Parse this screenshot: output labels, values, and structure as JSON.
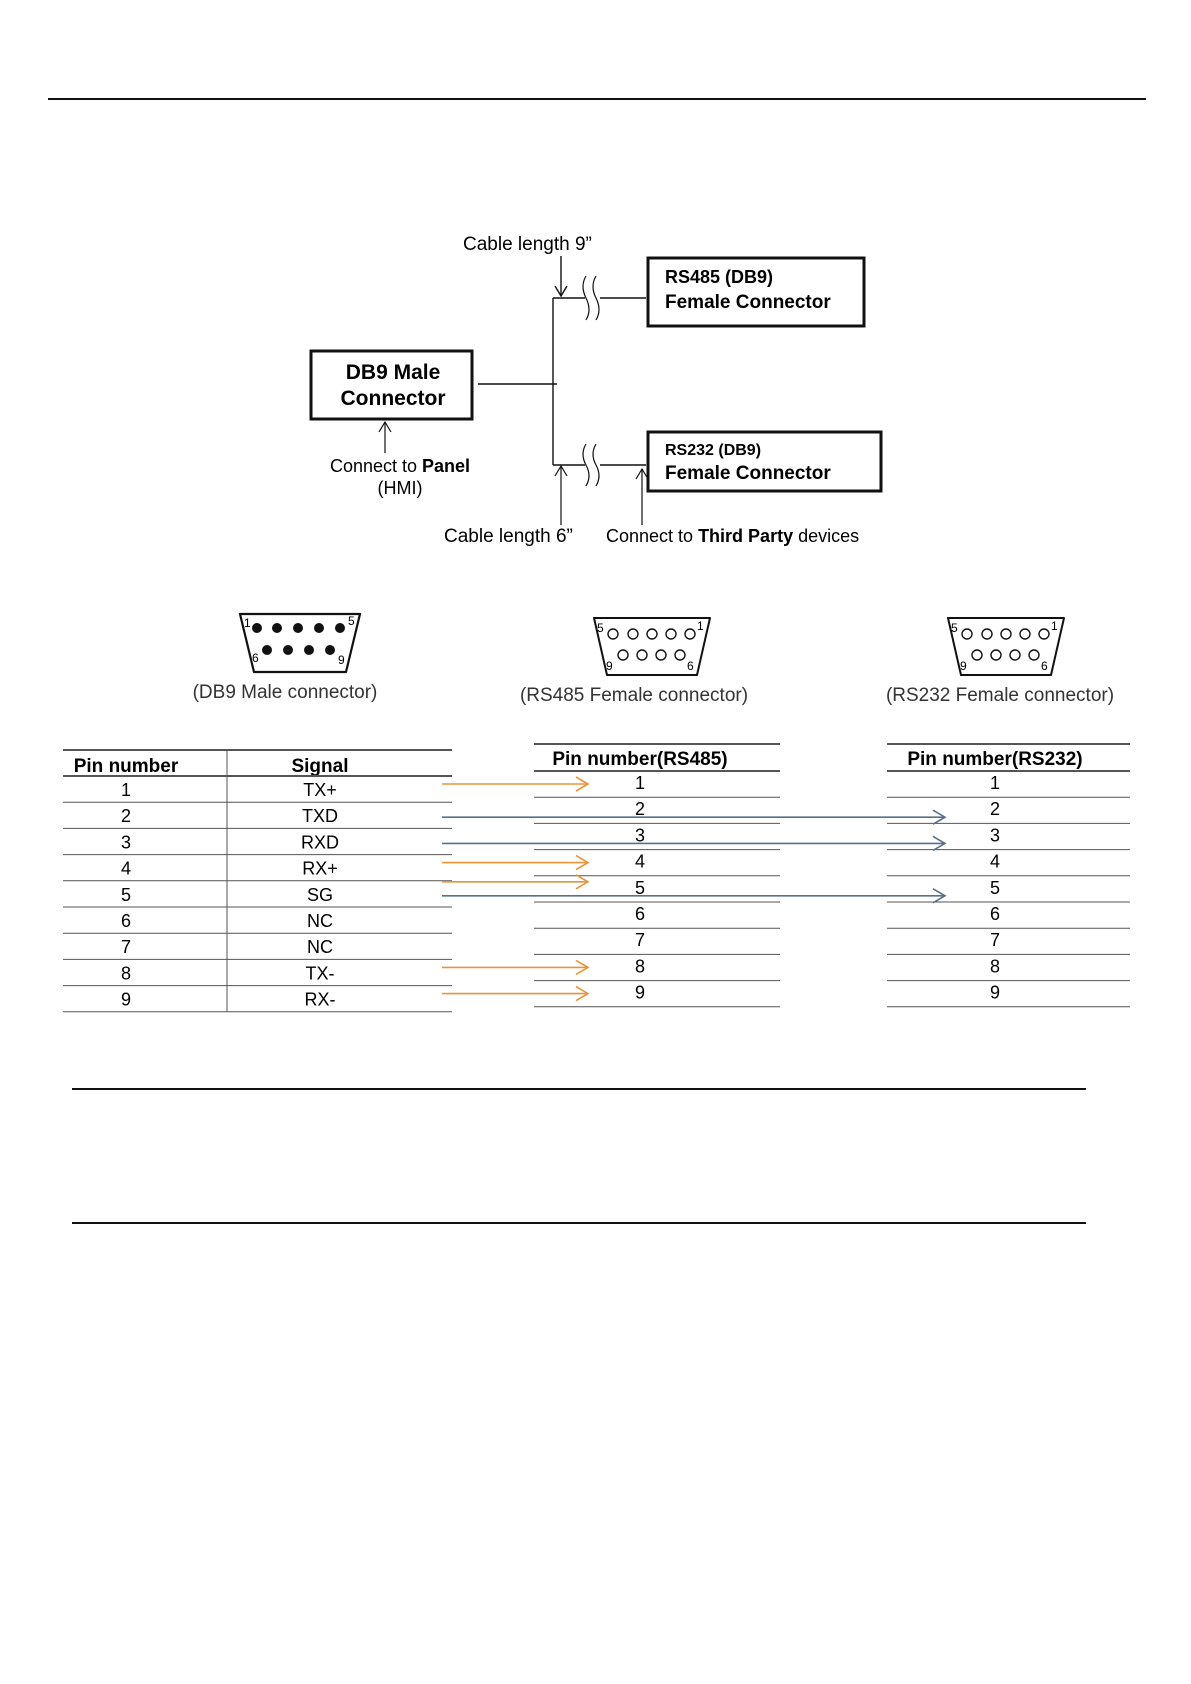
{
  "wiring_diagram": {
    "cable_length_top": "Cable length 9”",
    "cable_length_bottom": "Cable length 6”",
    "db9_male_box": [
      "DB9 Male",
      "Connector"
    ],
    "rs485_box": [
      "RS485 (DB9)",
      "Female Connector"
    ],
    "rs232_box": [
      "RS232 (DB9)",
      "Female Connector"
    ],
    "panel_note": {
      "prefix": "Connect to ",
      "bold": "Panel",
      "line2": "(HMI)"
    },
    "third_party_note": {
      "prefix": "Connect to ",
      "bold": "Third Party",
      "suffix": " devices"
    }
  },
  "connectors": {
    "male": {
      "caption": "(DB9 Male connector)",
      "pin_labels": [
        "1",
        "5",
        "6",
        "9"
      ]
    },
    "rs485": {
      "caption": "(RS485 Female connector)",
      "pin_labels": [
        "5",
        "1",
        "9",
        "6"
      ]
    },
    "rs232": {
      "caption": "(RS232 Female connector)",
      "pin_labels": [
        "5",
        "1",
        "9",
        "6"
      ]
    }
  },
  "pin_table": {
    "headers": {
      "pin": "Pin number",
      "signal": "Signal",
      "rs485": "Pin number(RS485)",
      "rs232": "Pin number(RS232)"
    },
    "rows": [
      {
        "pin": "1",
        "signal": "TX+",
        "rs485": "1",
        "rs232": "1",
        "arrow": "rs485"
      },
      {
        "pin": "2",
        "signal": "TXD",
        "rs485": "2",
        "rs232": "2",
        "arrow": "rs232"
      },
      {
        "pin": "3",
        "signal": "RXD",
        "rs485": "3",
        "rs232": "3",
        "arrow": "rs232"
      },
      {
        "pin": "4",
        "signal": "RX+",
        "rs485": "4",
        "rs232": "4",
        "arrow": "rs485"
      },
      {
        "pin": "5",
        "signal": "SG",
        "rs485": "5",
        "rs232": "5",
        "arrow": "both"
      },
      {
        "pin": "6",
        "signal": "NC",
        "rs485": "6",
        "rs232": "6",
        "arrow": "none"
      },
      {
        "pin": "7",
        "signal": "NC",
        "rs485": "7",
        "rs232": "7",
        "arrow": "none"
      },
      {
        "pin": "8",
        "signal": "TX-",
        "rs485": "8",
        "rs232": "8",
        "arrow": "rs485"
      },
      {
        "pin": "9",
        "signal": "RX-",
        "rs485": "9",
        "rs232": "9",
        "arrow": "rs485"
      }
    ]
  },
  "colors": {
    "rs485_arrow": "#e8953a",
    "rs232_arrow": "#5a6f8c",
    "line": "#111111",
    "table_rule": "#555555"
  }
}
